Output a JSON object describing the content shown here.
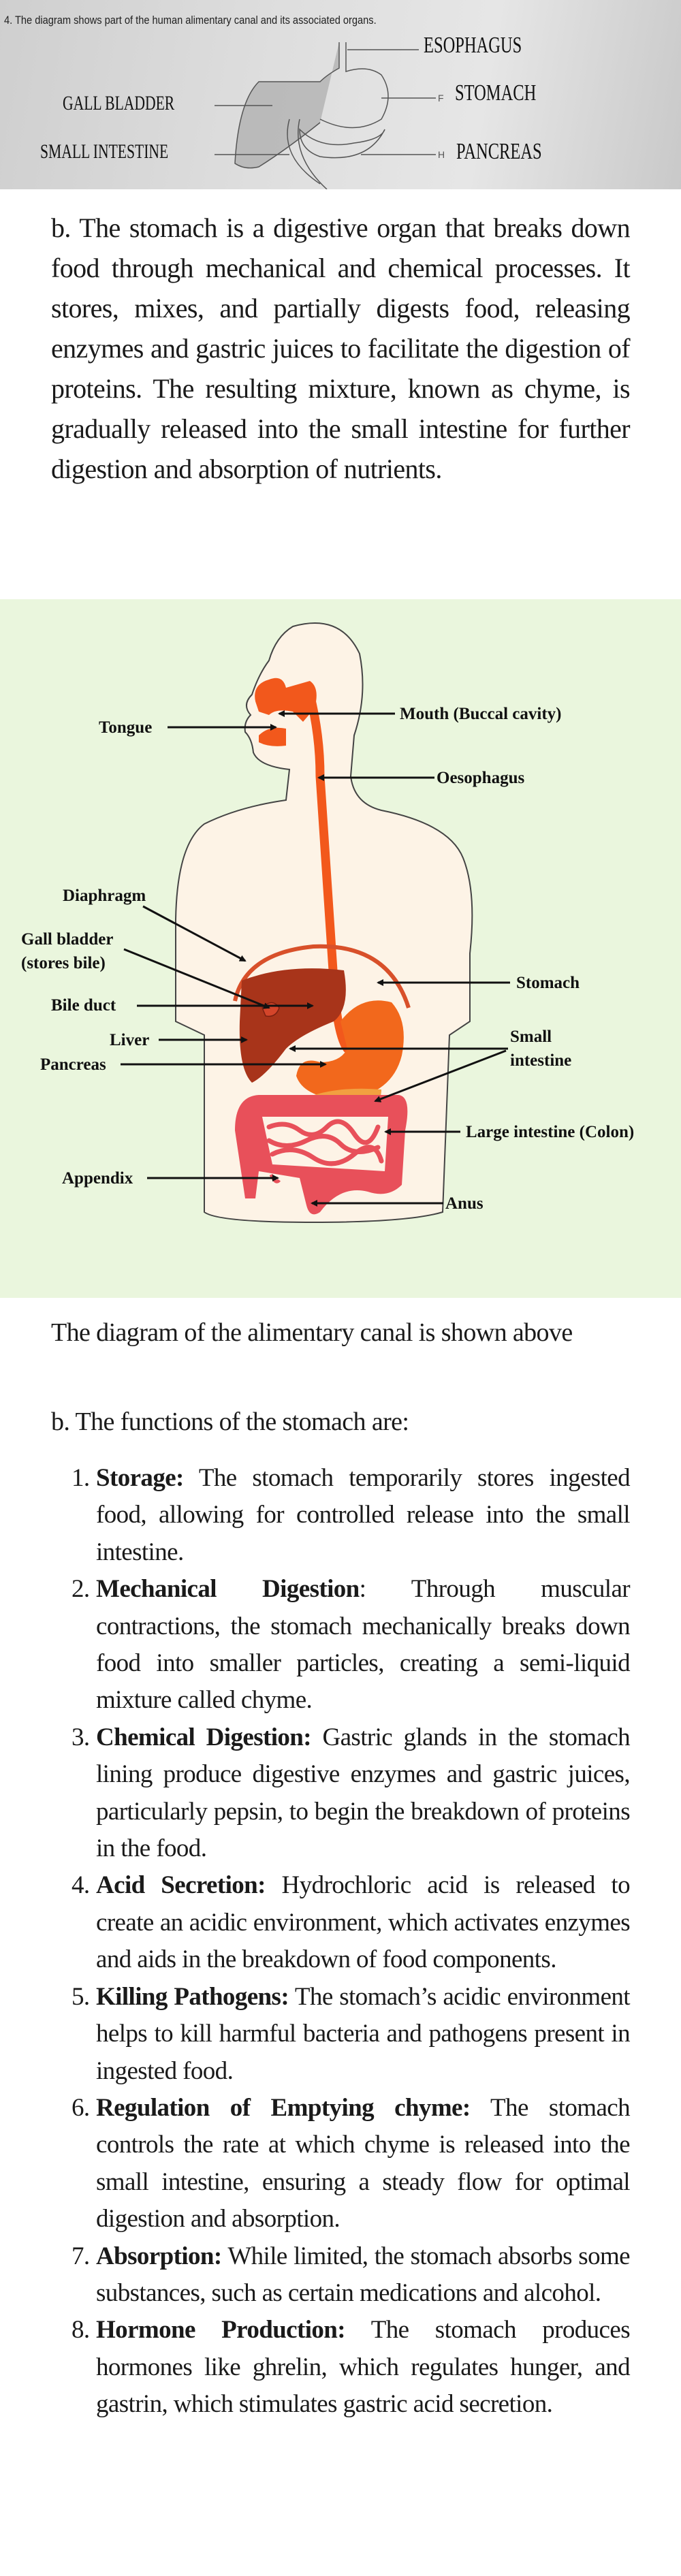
{
  "worksheet_photo": {
    "question": "4.  The diagram shows part of the human alimentary canal and its associated organs.",
    "labels": {
      "esophagus": "ESOPHAGUS",
      "stomach": "STOMACH",
      "gall_bladder": "GALL BLADDER",
      "small_intestine": "SMALL INTESTINE",
      "pancreas": "PANCREAS"
    },
    "letters": {
      "f": "F",
      "h": "H"
    }
  },
  "answer_paragraph": "b. The stomach is a digestive organ that breaks down food through mechanical and chemical processes. It stores, mixes, and partially digests food, releasing enzymes and gastric juices to facilitate the digestion of proteins. The resulting mixture, known as chyme, is gradually released into the small intestine for further digestion and absorption of nutrients.",
  "diagram": {
    "labels": {
      "tongue": "Tongue",
      "mouth": "Mouth (Buccal cavity)",
      "oesophagus": "Oesophagus",
      "diaphragm": "Diaphragm",
      "gall_bladder": "Gall bladder",
      "gall_bladder_note": "(stores bile)",
      "bile_duct": "Bile duct",
      "liver": "Liver",
      "pancreas": "Pancreas",
      "appendix": "Appendix",
      "stomach": "Stomach",
      "small_intestine_1": "Small",
      "small_intestine_2": "intestine",
      "large_intestine": "Large intestine (Colon)",
      "anus": "Anus"
    },
    "colors": {
      "background": "#eaf6dd",
      "tract": "#f2581c",
      "liver": "#a8341a",
      "intestine": "#e8505a",
      "pancreas": "#f2a040"
    }
  },
  "diagram_caption": "The diagram of the alimentary canal is shown above",
  "functions_heading": "b. The functions of the stomach are:",
  "functions": [
    {
      "num": "1.",
      "title": "Storage:",
      "text": " The stomach temporarily stores ingested food, allowing for controlled release into the small intestine."
    },
    {
      "num": "2.",
      "title": "Mechanical Digestion",
      "text": ": Through muscular contractions, the stomach mechanically breaks down food into smaller particles, creating a semi-liquid mixture called chyme."
    },
    {
      "num": "3.",
      "title": "Chemical Digestion:",
      "text": " Gastric glands in the stomach lining produce digestive enzymes and gastric juices, particularly pepsin, to begin the breakdown of proteins in the food."
    },
    {
      "num": "4.",
      "title": "Acid Secretion:",
      "text": " Hydrochloric acid is released to create an acidic environment, which activates enzymes and aids in the breakdown of food components."
    },
    {
      "num": "5.",
      "title": "Killing Pathogens:",
      "text": " The stomach’s acidic environment helps to kill harmful bacteria and pathogens present in ingested food."
    },
    {
      "num": "6.",
      "title": "Regulation of Emptying chyme:",
      "text": " The stomach controls the rate at which chyme is released into the small intestine, ensuring a steady flow for optimal digestion and absorption."
    },
    {
      "num": "7.",
      "title": "Absorption:",
      "text": " While limited, the stomach absorbs some substances, such as certain medications and alcohol."
    },
    {
      "num": "8.",
      "title": "Hormone Production:",
      "text": " The stomach produces hormones like ghrelin, which regulates hunger, and gastrin, which stimulates gastric acid secretion."
    }
  ]
}
